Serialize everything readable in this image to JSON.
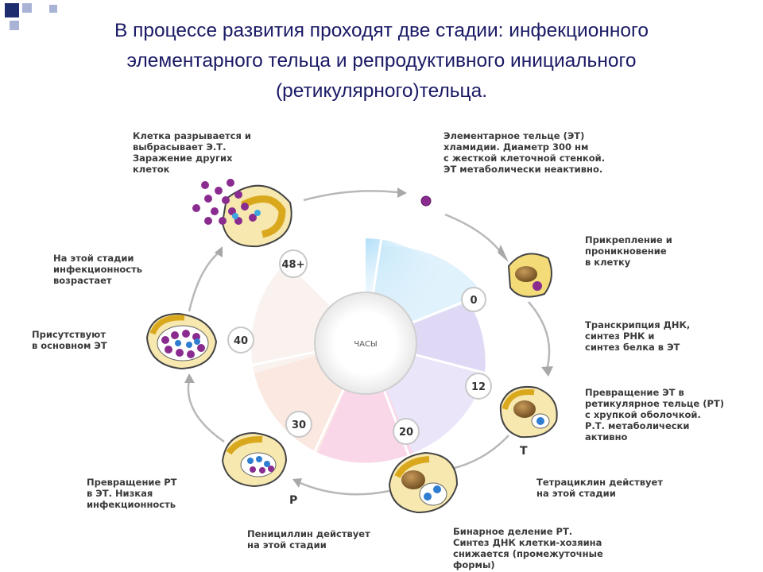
{
  "slide": {
    "title_lines": [
      "В процессе развития проходят две стадии: инфекционного",
      "элементарного тельца и репродуктивного инициального",
      "(ретикулярного)тельца."
    ],
    "colors": {
      "title": "#1a1a66",
      "bullet_dark": "#1f2d6e",
      "bullet_light": "#a9b3d6"
    }
  },
  "diagram": {
    "center_label": "ЧАСЫ",
    "hours": [
      "48+",
      "0",
      "12",
      "20",
      "30",
      "40"
    ],
    "letters": {
      "t": "Т",
      "p": "Р"
    },
    "labels": {
      "release": "Клетка разрывается и\nвыбрасывает Э.Т.\nЗаражение других\nклеток",
      "elementary": "Элементарное тельце (ЭТ)\nхламидии. Диаметр 300 нм\nс жесткой клеточной стенкой.\nЭТ метаболически неактивно.",
      "attachment": "Прикрепление и\nпроникновение\nв клетку",
      "transcription": "Транскрипция ДНК,\nсинтез РНК и\nсинтез белка в ЭТ",
      "transformation": "Превращение ЭТ в\nретикулярное тельце (РТ)\nс хрупкой оболочкой.\nР.Т. метаболически\nактивно",
      "tetracycline": "Тетрациклин действует\nна этой стадии",
      "binary": "Бинарное деление РТ.\nСинтез ДНК клетки-хозяина\nснижается (промежуточные\nформы)",
      "penicillin": "Пенициллин действует\nна этой стадии",
      "rt_to_et": "Превращение РТ\nв ЭТ. Низкая\nинфекционность",
      "present": "Присутствуют\nв основном ЭТ",
      "infectivity": "На этой стадии\nинфекционность\nвозрастает"
    }
  }
}
